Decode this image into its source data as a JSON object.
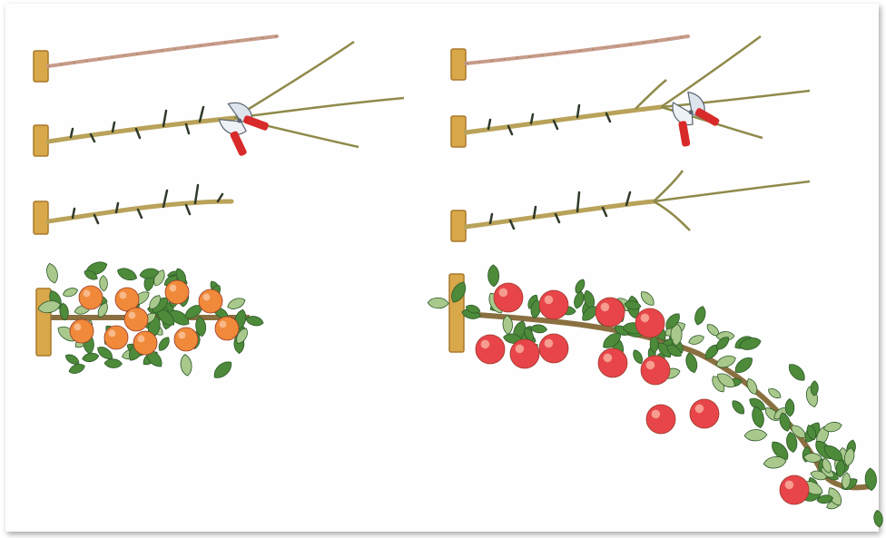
{
  "colors": {
    "background": "#fefefe",
    "post": "#d8a84a",
    "post_shade": "#a9782a",
    "branch": "#b9a25a",
    "branch_pink": "#c79c8a",
    "bud": "#2f3a2a",
    "leaf": "#4d8a3a",
    "leaf_light": "#a9c88c",
    "apple_orange": "#f08a3a",
    "apple_red": "#e8454a",
    "shear_handle": "#d82a2a",
    "shear_blade": "#dde4ec"
  },
  "panels": [
    {
      "id": "left",
      "stages": [
        "stem-unpruned",
        "stem-cut",
        "stem-pruned",
        "fruiting"
      ],
      "fruit": "orange"
    },
    {
      "id": "right",
      "stages": [
        "stem-unpruned",
        "stem-cut",
        "stem-pruned",
        "fruiting-drooping"
      ],
      "fruit": "red"
    }
  ]
}
